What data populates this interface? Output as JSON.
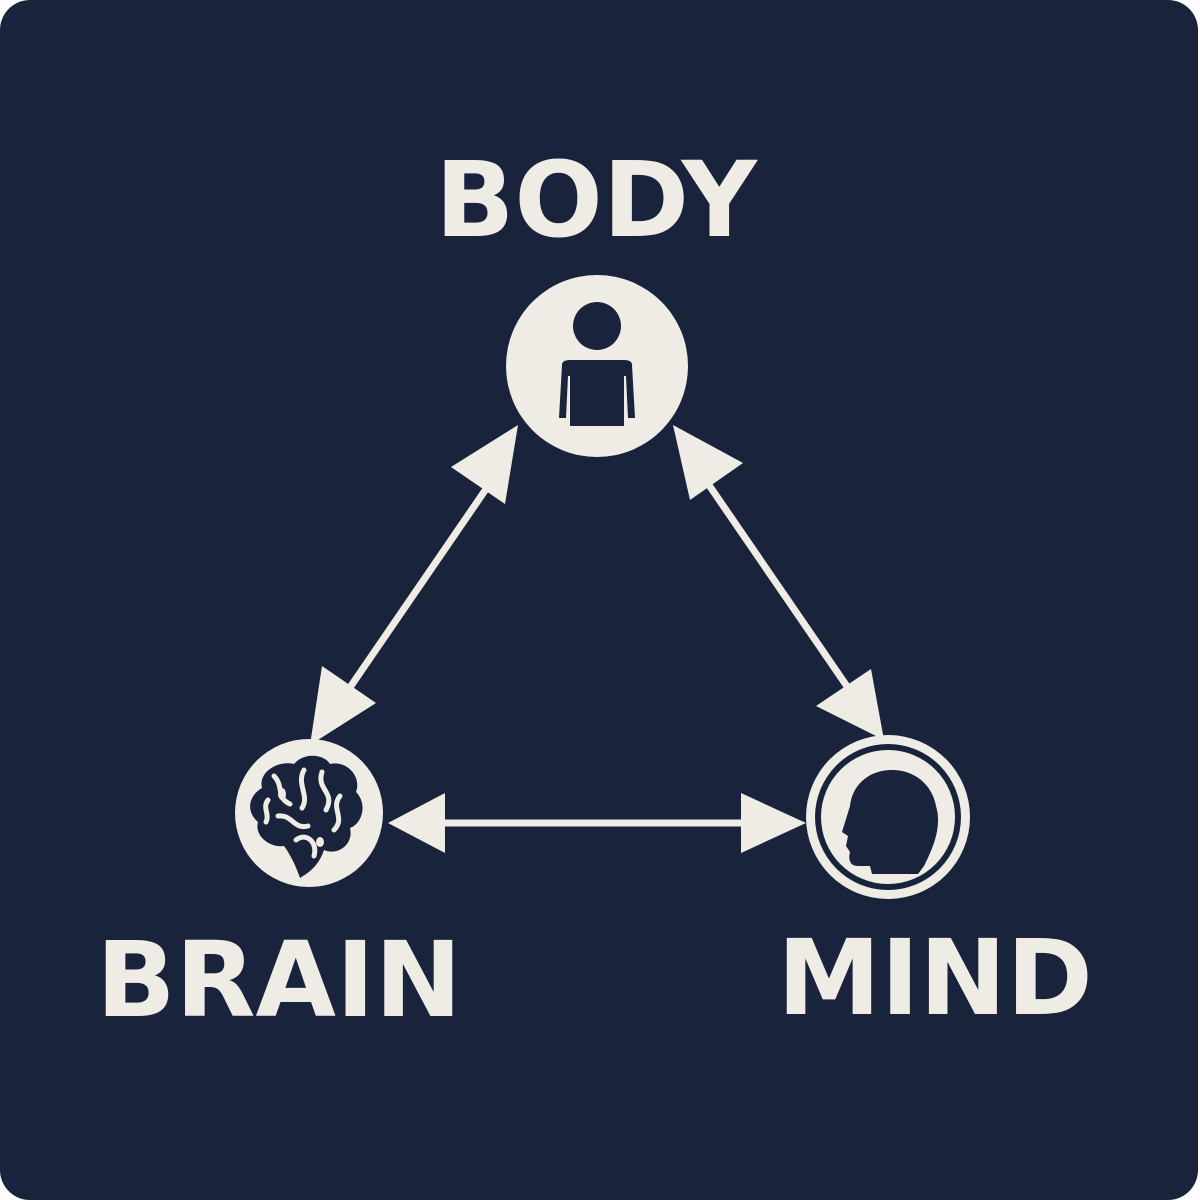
{
  "colors": {
    "background": "#19243c",
    "foreground": "#efece6"
  },
  "nodes": {
    "body": {
      "label": "BODY",
      "icon": "person-icon"
    },
    "brain": {
      "label": "BRAIN",
      "icon": "brain-icon"
    },
    "mind": {
      "label": "MIND",
      "icon": "head-profile-icon"
    }
  },
  "connections": [
    {
      "from": "body",
      "to": "brain",
      "direction": "both"
    },
    {
      "from": "body",
      "to": "mind",
      "direction": "both"
    },
    {
      "from": "brain",
      "to": "mind",
      "direction": "both"
    }
  ]
}
